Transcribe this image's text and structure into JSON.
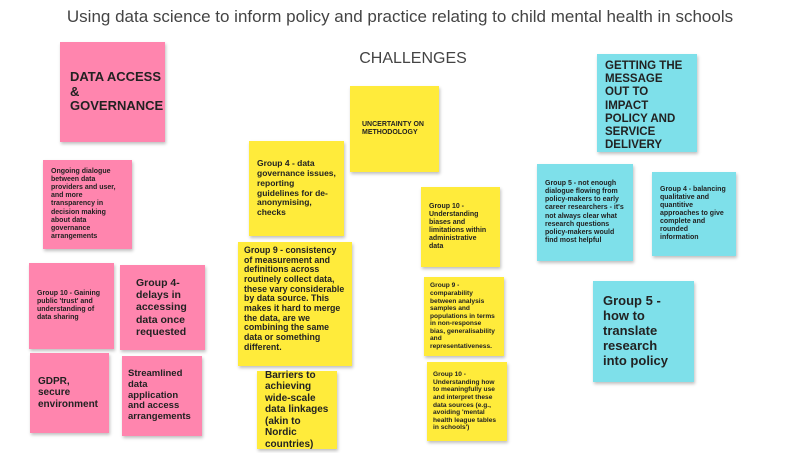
{
  "title": "Using data science to inform policy and practice relating to child mental health in schools",
  "heading": "CHALLENGES",
  "colors": {
    "pink": "#ff85ae",
    "yellow": "#ffeb3b",
    "blue": "#7ee0ea"
  },
  "notes": {
    "data_access": "DATA ACCESS & GOVERNANCE",
    "uncertainty": "UNCERTAINTY ON METHODOLOGY",
    "message_out": "GETTING THE MESSAGE OUT TO IMPACT POLICY AND SERVICE DELIVERY",
    "ongoing_dialogue": "Ongoing dialogue between data providers and user, and more transparency in decision making about data governance arrangements",
    "group4_governance": "Group 4 - data governance issues, reporting guidelines for de-anonymising, checks",
    "group10_biases": "Group 10 - Understanding biases and limitations within administrative data",
    "group5_dialogue": "Group 5 - not enough dialogue flowing from policy-makers to early career researchers - it's not always clear what research questions policy-makers would find most helpful",
    "group4_balancing": "Group 4 - balancing qualitative and quantitive approaches to give complete and rounded information",
    "group10_trust": "Group 10 - Gaining public 'trust' and understanding of data sharing",
    "group4_delays": "Group 4- delays in accessing data once requested",
    "group9_consistency": "Group 9 - consistency of measurement and definitions across routinely collect data, these vary considerable by data source. This makes it hard to merge the data, are we combining the same data or something different.",
    "group9_comparability": "Group 9 - comparability between analysis samples and populations in terms in non-response bias, generalisability and representativeness.",
    "group5_translate": "Group 5 - how to translate research into policy",
    "gdpr": "GDPR, secure environment",
    "streamlined": "Streamlined data application and access arrangements",
    "barriers": "Barriers to achieving wide-scale data linkages (akin to Nordic countries)",
    "group10_interpret": "Group 10 - Understanding how to meaningfully use and interpret these data sources (e.g., avoiding 'mental health league tables in schools')"
  }
}
